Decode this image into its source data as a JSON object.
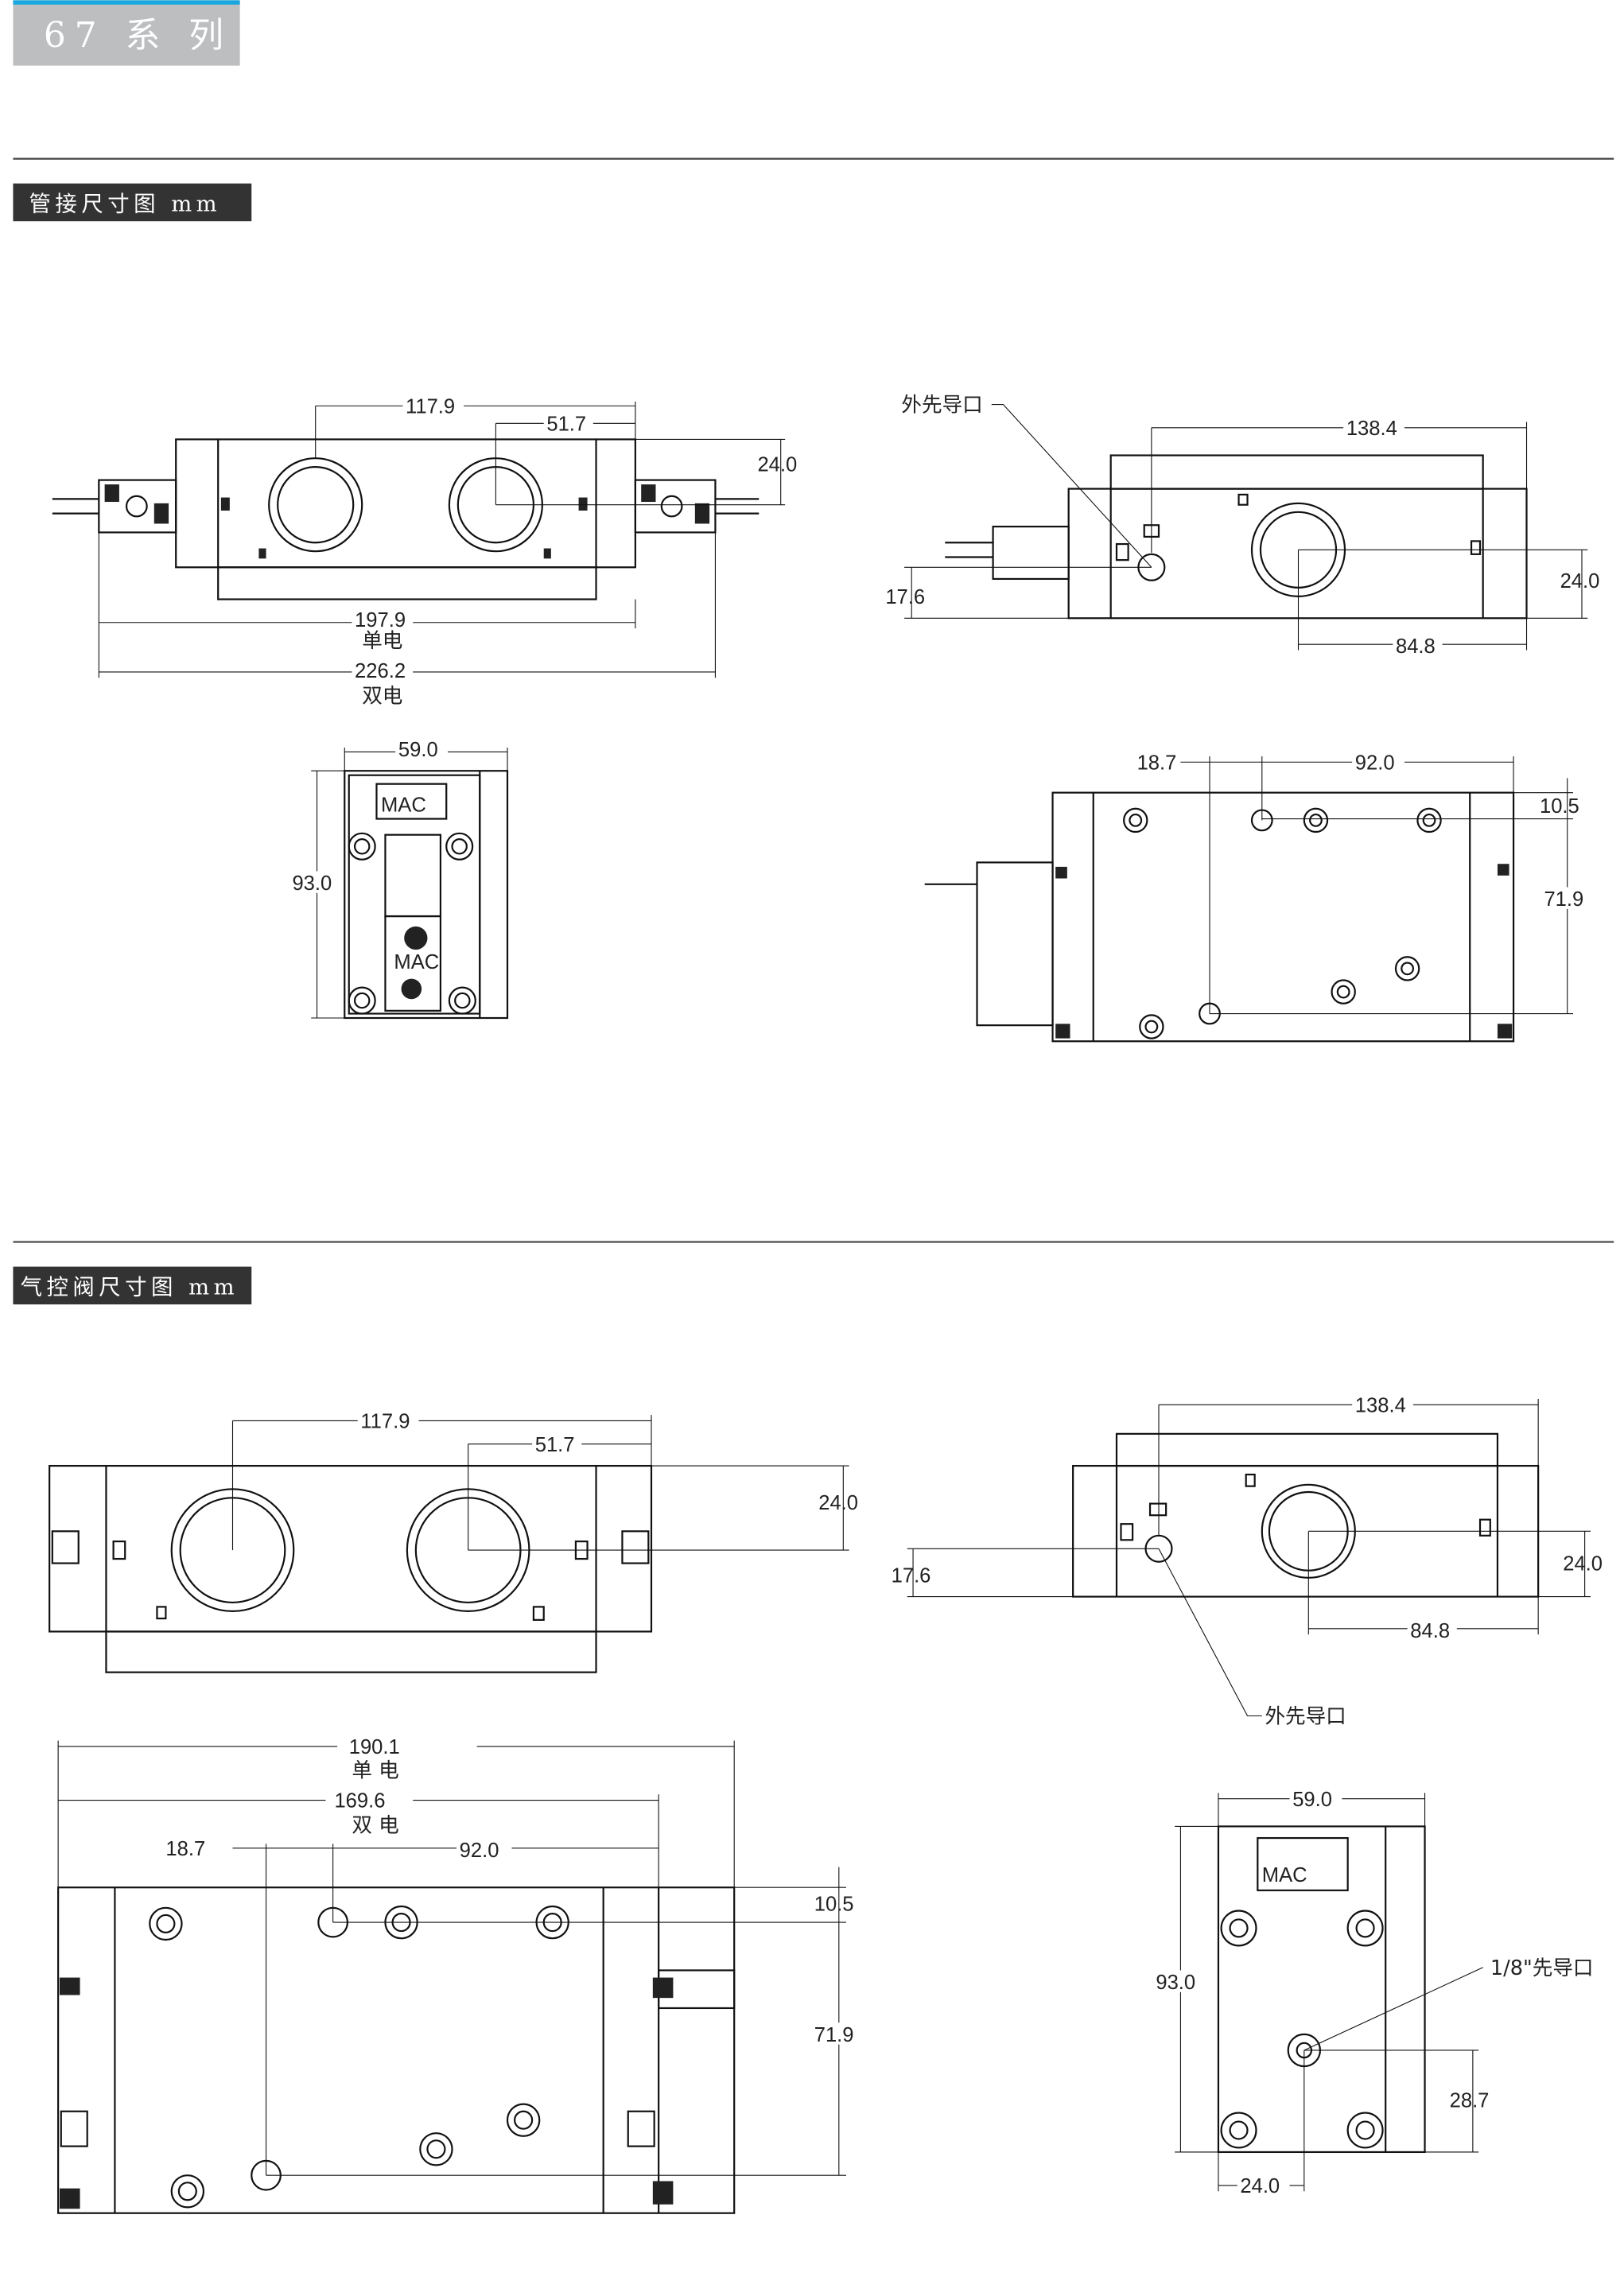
{
  "header": {
    "title": "67 系 列",
    "accent_color": "#1aa7e0",
    "bg_color": "#bdbec0"
  },
  "sections": [
    {
      "title": "管接尺寸图 mm"
    },
    {
      "title": "气控阀尺寸图 mm"
    }
  ],
  "pipe_drawings": {
    "top_view": {
      "d1": "117.9",
      "d2": "51.7",
      "d3": "24.0",
      "d4": "197.9",
      "d4_label": "单电",
      "d5": "226.2",
      "d5_label": "双电"
    },
    "side_view": {
      "pilot_label": "外先导口",
      "d1": "138.4",
      "d2": "24.0",
      "d3": "84.8",
      "d4": "17.6"
    },
    "end_view": {
      "d1": "59.0",
      "d2": "93.0",
      "logo": "MAC"
    },
    "base_view": {
      "d1": "18.7",
      "d2": "92.0",
      "d3": "10.5",
      "d4": "71.9"
    }
  },
  "air_drawings": {
    "top_view": {
      "d1": "117.9",
      "d2": "51.7",
      "d3": "24.0"
    },
    "base_view": {
      "d1": "190.1",
      "d1_label": "单 电",
      "d2": "169.6",
      "d2_label": "双 电",
      "d3": "18.7",
      "d4": "92.0",
      "d5": "10.5",
      "d6": "71.9"
    },
    "side_view": {
      "d1": "138.4",
      "d2": "24.0",
      "d3": "84.8",
      "d4": "17.6",
      "pilot_label": "外先导口"
    },
    "end_view": {
      "d1": "59.0",
      "d2": "93.0",
      "pilot_label": "1/8\"先导口",
      "d3": "28.7",
      "d4": "24.0",
      "logo": "MAC"
    }
  }
}
